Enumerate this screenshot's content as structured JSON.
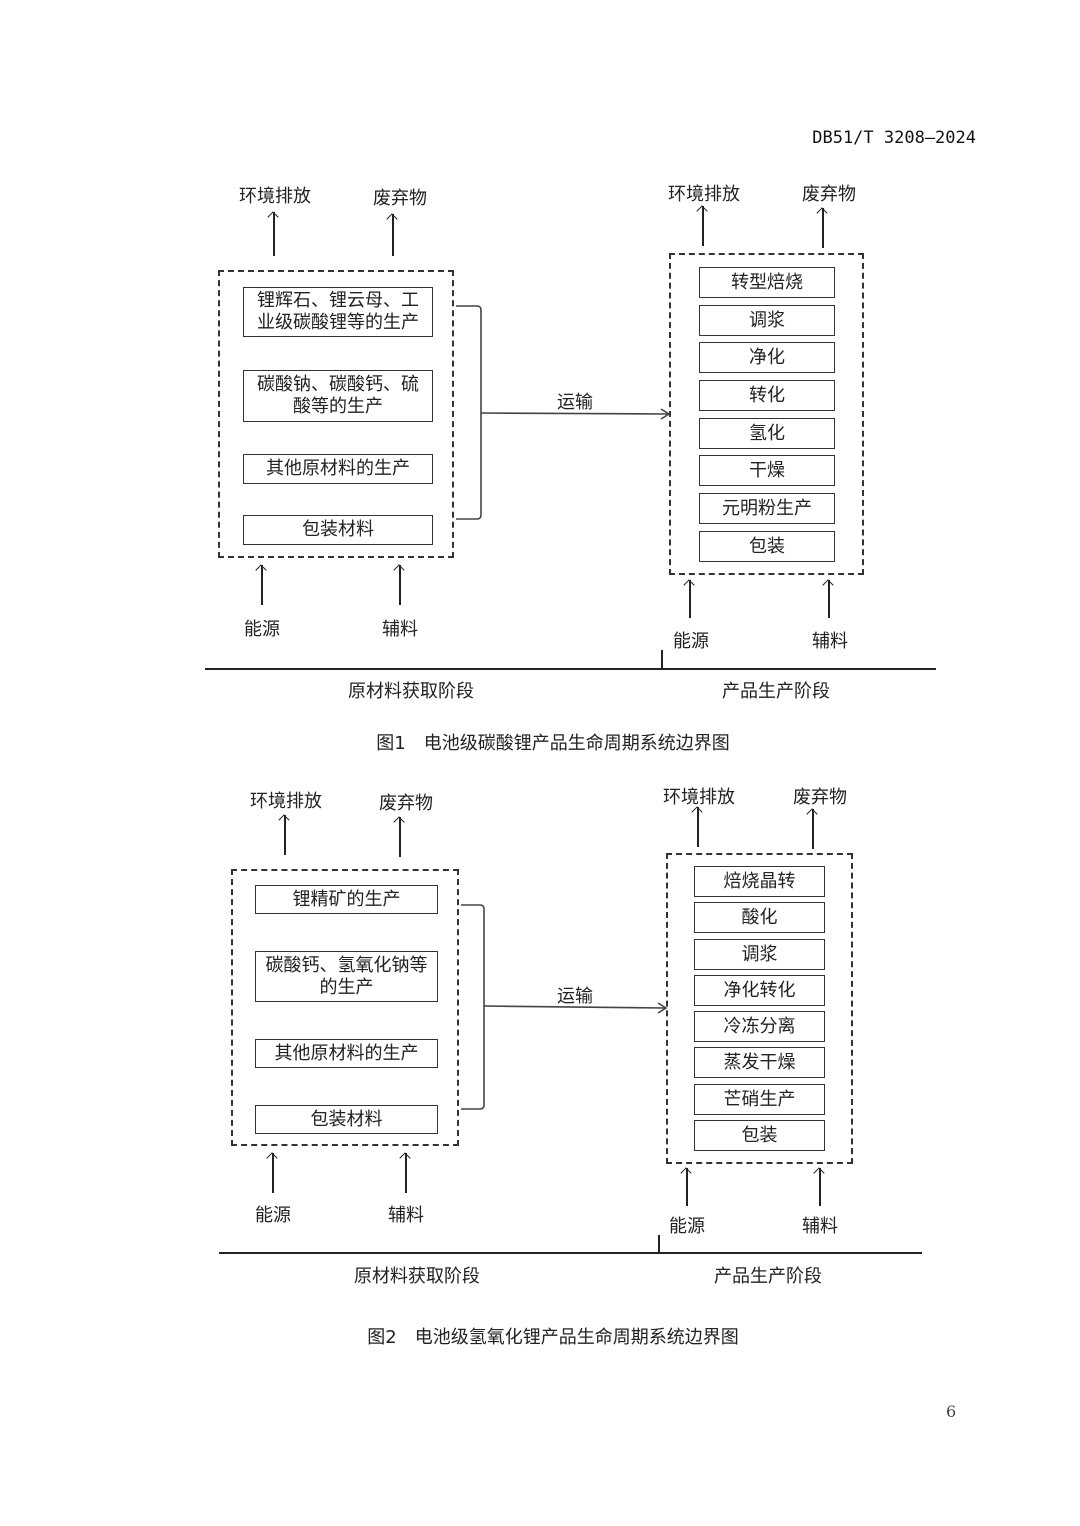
{
  "header": {
    "standard_code": "DB51/T 3208—2024"
  },
  "figures": [
    {
      "caption_number": "图1",
      "caption_title": "电池级碳酸锂产品生命周期系统边界图",
      "raw_stage": {
        "outputs": [
          "环境排放",
          "废弃物"
        ],
        "inputs": [
          "能源",
          "辅料"
        ],
        "processes": [
          "锂辉石、锂云母、工业级碳酸锂等的生产",
          "碳酸钠、碳酸钙、硫酸等的生产",
          "其他原材料的生产",
          "包装材料"
        ]
      },
      "transport_label": "运输",
      "product_stage": {
        "outputs": [
          "环境排放",
          "废弃物"
        ],
        "inputs": [
          "能源",
          "辅料"
        ],
        "processes": [
          "转型焙烧",
          "调浆",
          "净化",
          "转化",
          "氢化",
          "干燥",
          "元明粉生产",
          "包装"
        ]
      },
      "stage_labels": [
        "原材料获取阶段",
        "产品生产阶段"
      ]
    },
    {
      "caption_number": "图2",
      "caption_title": "电池级氢氧化锂产品生命周期系统边界图",
      "raw_stage": {
        "outputs": [
          "环境排放",
          "废弃物"
        ],
        "inputs": [
          "能源",
          "辅料"
        ],
        "processes": [
          "锂精矿的生产",
          "碳酸钙、氢氧化钠等的生产",
          "其他原材料的生产",
          "包装材料"
        ]
      },
      "transport_label": "运输",
      "product_stage": {
        "outputs": [
          "环境排放",
          "废弃物"
        ],
        "inputs": [
          "能源",
          "辅料"
        ],
        "processes": [
          "焙烧晶转",
          "酸化",
          "调浆",
          "净化转化",
          "冷冻分离",
          "蒸发干燥",
          "芒硝生产",
          "包装"
        ]
      },
      "stage_labels": [
        "原材料获取阶段",
        "产品生产阶段"
      ]
    }
  ],
  "page_number": "6"
}
